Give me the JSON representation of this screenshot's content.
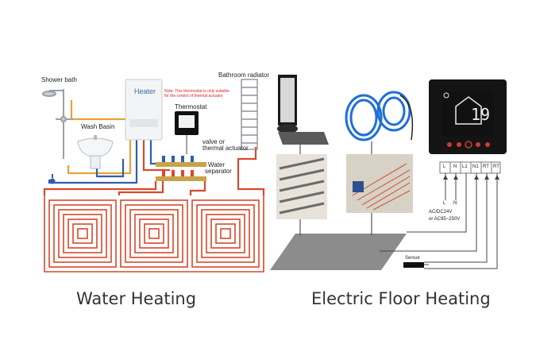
{
  "water": {
    "shower_label": "Shower bath",
    "basin_label": "Wash Basin",
    "heater_label": "Heater",
    "thermostat_label": "Thermostat",
    "note_line1": "Note: This thermostat is only suitable",
    "note_line2": "for the control of thermal actuator",
    "radiator_label": "Bathroom radiator",
    "valve_label_1": "valve or",
    "valve_label_2": "thermal actuator",
    "separator_label_1": "Water",
    "separator_label_2": "separator",
    "caption": "Water Heating"
  },
  "electric": {
    "terminals": [
      "L",
      "N",
      "L1",
      "N1",
      "RT",
      "RT"
    ],
    "power_l": "L",
    "power_n": "N",
    "power_line1": "AC/DC24V",
    "power_line2": "or  AC95~250V",
    "sensor_label": "Sensor",
    "display_value": "19",
    "caption": "Electric Floor Heating"
  },
  "colors": {
    "hot_pipe": "#d9482b",
    "cold_pipe": "#2f5fa8",
    "warm_pipe": "#e8a23a",
    "floor_plate": "#8c8c8c",
    "cable_blue": "#1f6fd6"
  }
}
